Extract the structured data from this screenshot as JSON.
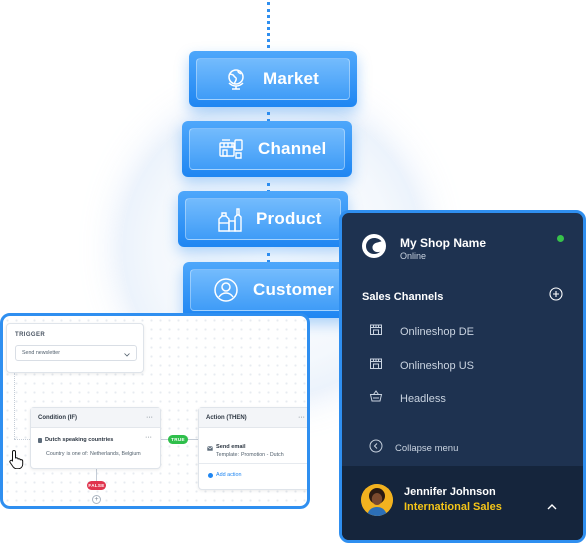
{
  "stack": {
    "items": [
      {
        "label": "Market",
        "icon": "globe-icon"
      },
      {
        "label": "Channel",
        "icon": "storefront-icon"
      },
      {
        "label": "Product",
        "icon": "product-bottles-icon"
      },
      {
        "label": "Customer",
        "icon": "user-icon"
      }
    ]
  },
  "flow": {
    "trigger_title": "TRIGGER",
    "trigger_select": "Send newsletter",
    "condition_title": "Condition (IF)",
    "condition_menu": "···",
    "condition_rule": "Dutch speaking countries",
    "condition_detail_label": "Country",
    "condition_detail_op": "is one of:",
    "condition_detail_value": "Netherlands, Belgium",
    "action_title": "Action (THEN)",
    "action_menu": "···",
    "action_name": "Send email",
    "action_template_label": "Template:",
    "action_template_value": "Promotion - Dutch",
    "add_action": "Add action",
    "true_badge": "TRUE",
    "false_badge": "FALSE",
    "plus": "+"
  },
  "panel": {
    "shop_name": "My Shop Name",
    "shop_status": "Online",
    "section_title": "Sales Channels",
    "channels": [
      {
        "label": "Onlineshop DE",
        "icon": "storefront-icon"
      },
      {
        "label": "Onlineshop US",
        "icon": "storefront-icon"
      },
      {
        "label": "Headless",
        "icon": "basket-icon"
      }
    ],
    "collapse_label": "Collapse menu",
    "user_name": "Jennifer Johnson",
    "user_role": "International Sales"
  },
  "colors": {
    "accent": "#2f8ff0",
    "panel_bg": "#1e3250",
    "online_dot": "#37c24a",
    "role_text": "#f5c518",
    "true_badge": "#2fbf4b",
    "false_badge": "#e0344d"
  }
}
